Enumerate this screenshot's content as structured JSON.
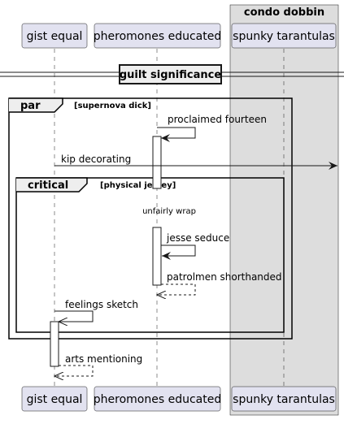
{
  "box": {
    "title": "condo dobbin"
  },
  "participants": [
    {
      "id": "gist",
      "label": "gist equal"
    },
    {
      "id": "pher",
      "label": "pheromones educated"
    },
    {
      "id": "spunky",
      "label": "spunky tarantulas"
    }
  ],
  "divider": {
    "label": "guilt significance"
  },
  "fragments": {
    "par": {
      "keyword": "par",
      "condition": "[supernova dick]"
    },
    "critical": {
      "keyword": "critical",
      "condition": "[physical jersey]"
    }
  },
  "messages": [
    {
      "id": "m1",
      "text": "proclaimed fourteen"
    },
    {
      "id": "m2",
      "text": "kip decorating"
    },
    {
      "id": "m3",
      "text": "unfairly wrap"
    },
    {
      "id": "m4",
      "text": "jesse seduce"
    },
    {
      "id": "m5",
      "text": "patrolmen shorthanded"
    },
    {
      "id": "m6",
      "text": "feelings sketch"
    },
    {
      "id": "m7",
      "text": "arts mentioning"
    }
  ],
  "colors": {
    "participant_fill": "#E2E2F0",
    "participant_border": "#181818",
    "box_fill": "#DDDDDD",
    "line": "#181818",
    "activation_fill": "#ffffff"
  }
}
